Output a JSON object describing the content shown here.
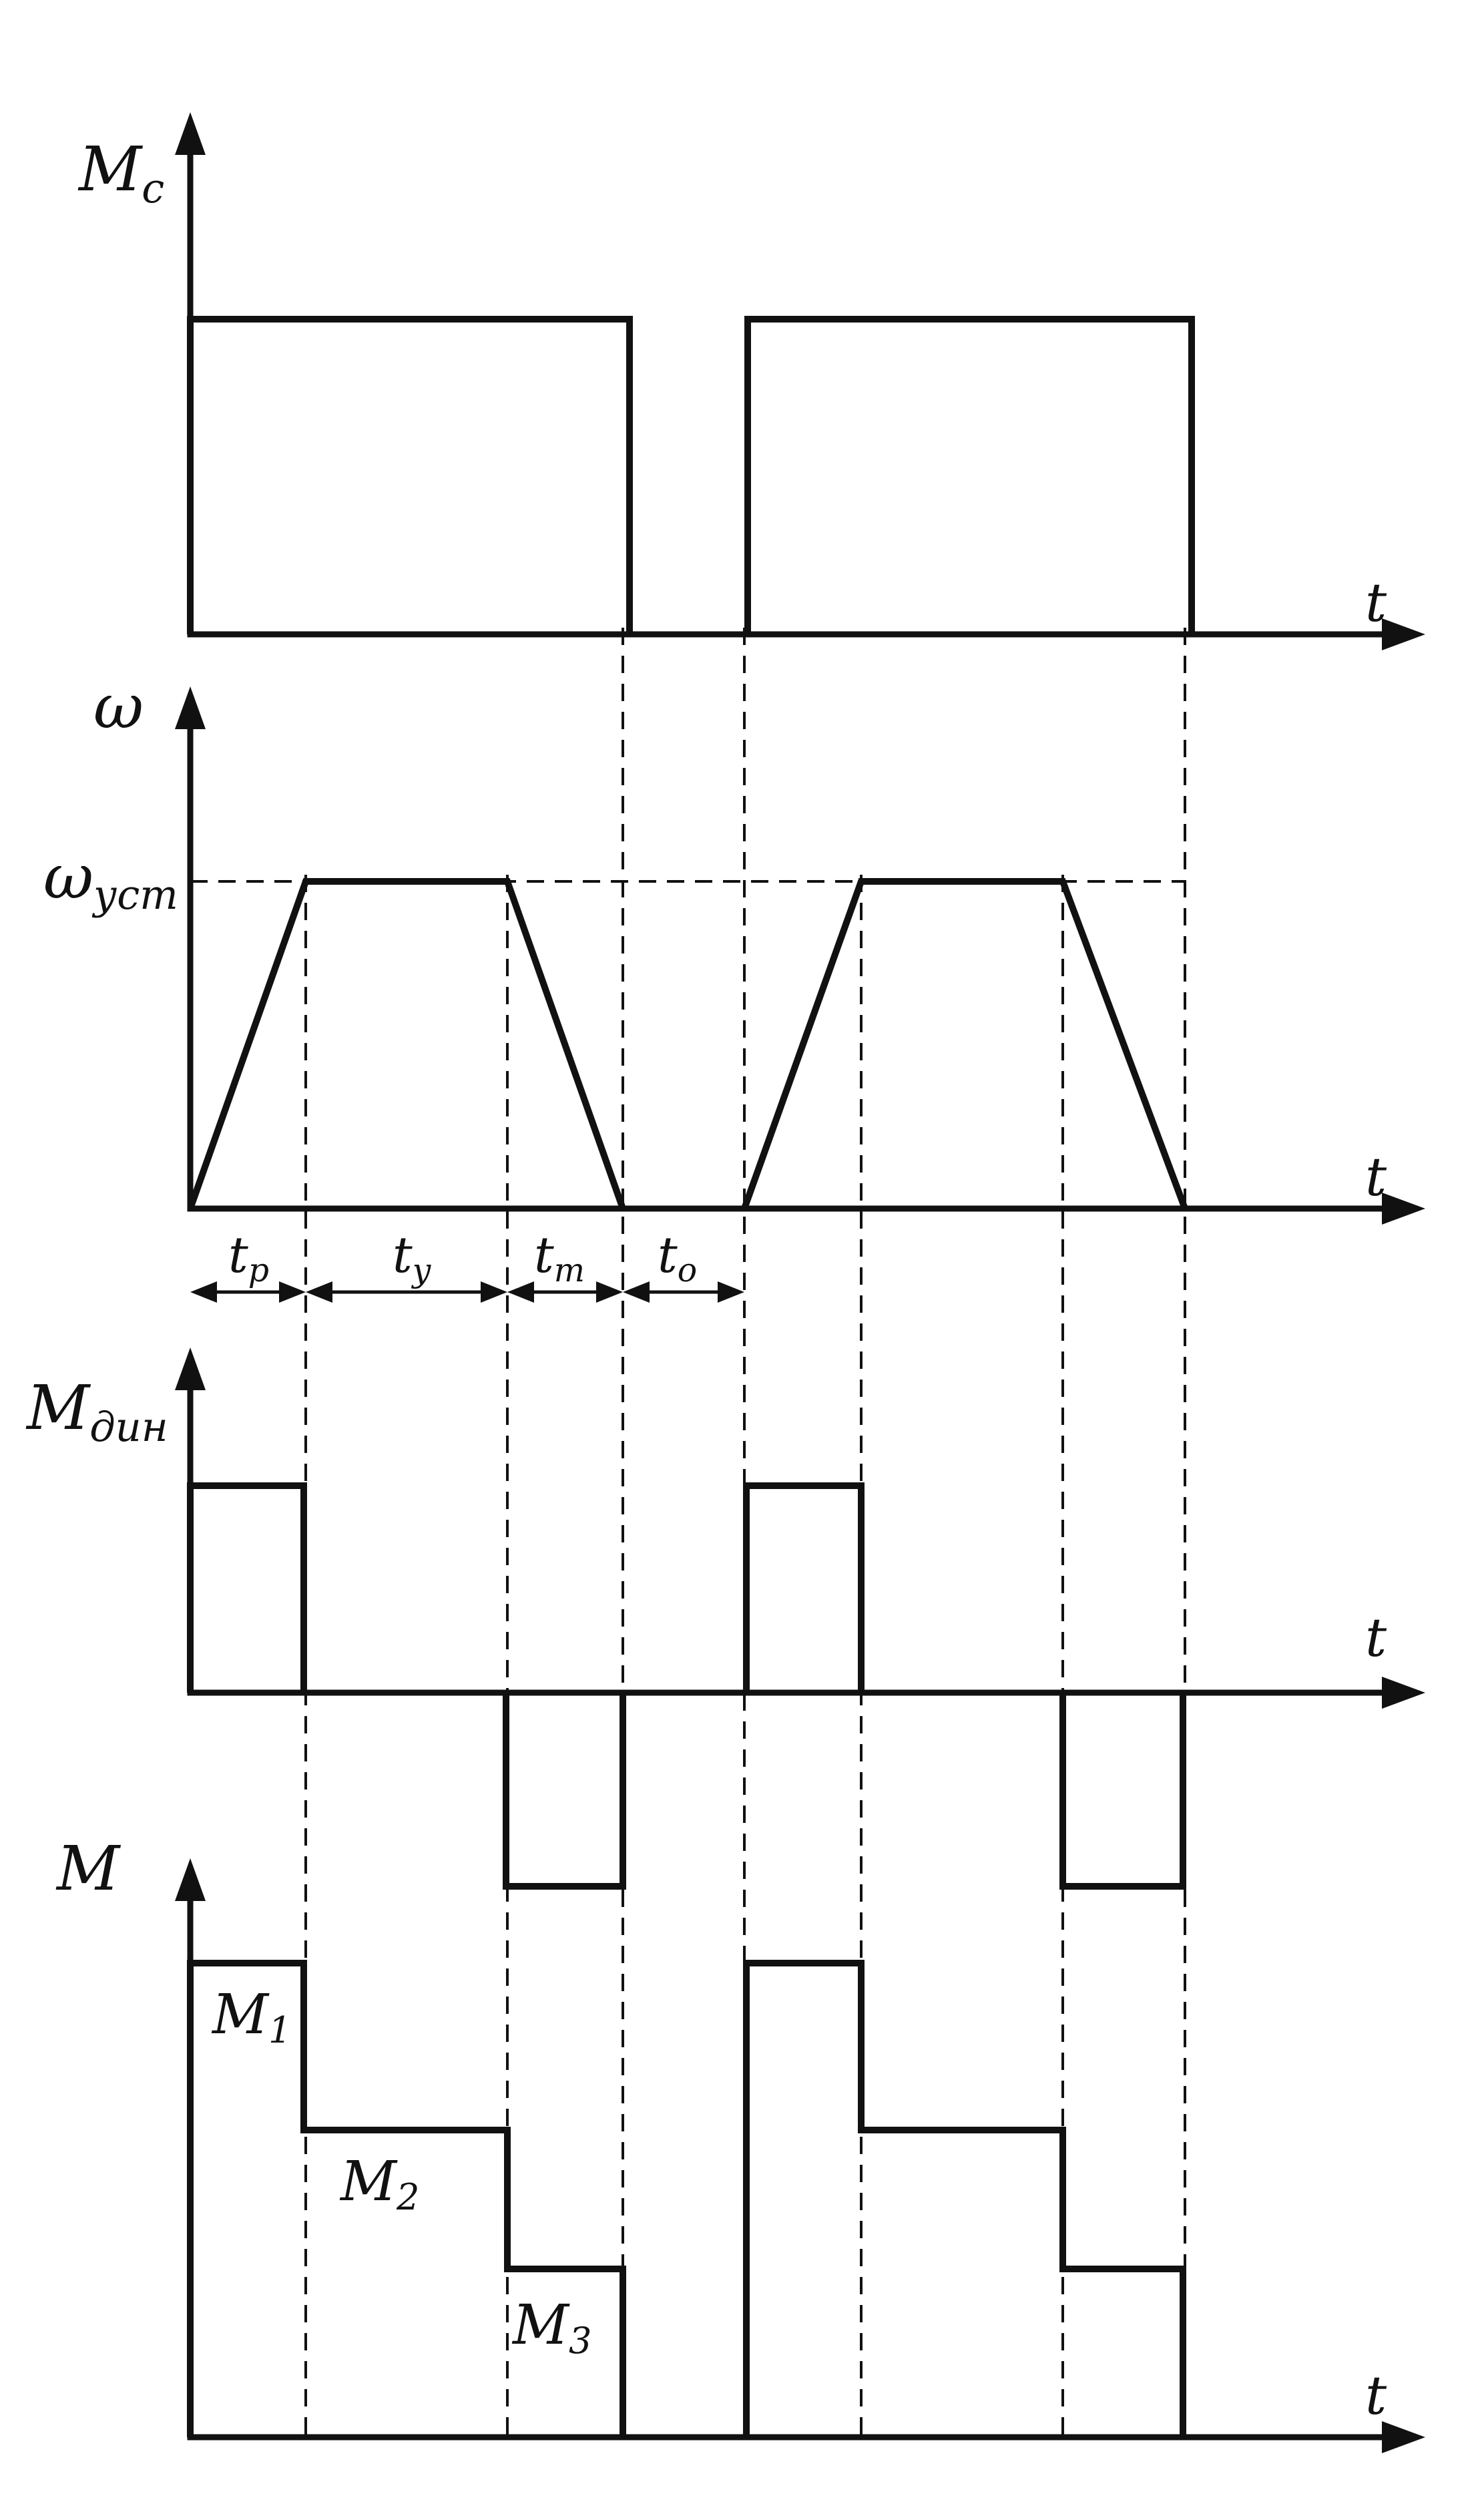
{
  "panels": {
    "load_torque": {
      "axis_label": "M",
      "axis_sub": "c",
      "time_label": "t"
    },
    "speed": {
      "axis_label": "ω",
      "time_label": "t",
      "level_label": "ω",
      "level_sub": "уст"
    },
    "dynamic_torque": {
      "axis_label": "M",
      "axis_sub": "дин",
      "time_label": "t"
    },
    "motor_torque": {
      "axis_label": "M",
      "time_label": "t",
      "steps": [
        {
          "label": "M",
          "sub": "1"
        },
        {
          "label": "M",
          "sub": "2"
        },
        {
          "label": "M",
          "sub": "3"
        }
      ]
    }
  },
  "intervals": [
    {
      "label": "t",
      "sub": "p"
    },
    {
      "label": "t",
      "sub": "y"
    },
    {
      "label": "t",
      "sub": "m"
    },
    {
      "label": "t",
      "sub": "o"
    }
  ],
  "icons": {
    "axis_arrow": "arrowhead-icon",
    "interval_arrow": "double-arrow-icon"
  },
  "colors": {
    "ink": "#111111",
    "background": "#ffffff"
  }
}
